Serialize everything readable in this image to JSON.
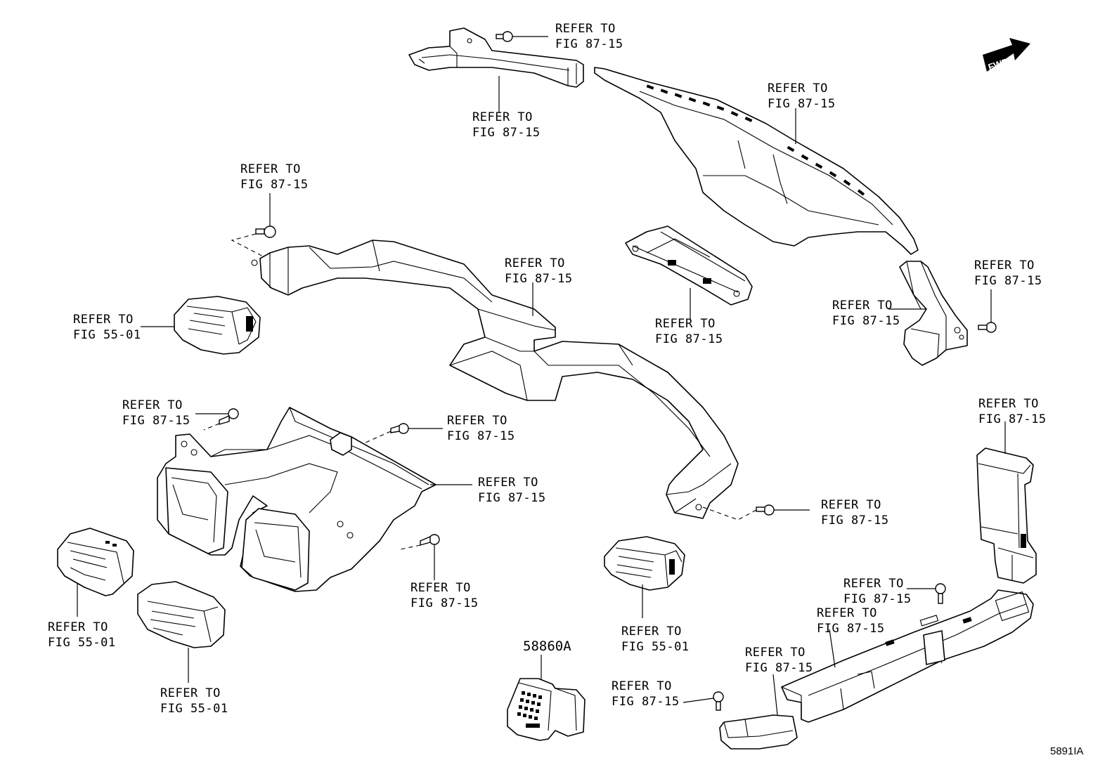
{
  "diagram": {
    "figure_id": "5891IA",
    "fwd_label": "FWD",
    "part_number": "58860A",
    "refer_to": "REFER TO",
    "labels": {
      "top_bolt": "FIG 87-15",
      "top_duct": "FIG 87-15",
      "right_upper_duct": "FIG 87-15",
      "left_bolt": "FIG 87-15",
      "center_duct": "FIG 87-15",
      "left_vent": "FIG 55-01",
      "center_panel": "FIG 87-15",
      "right_small_duct": "FIG 87-15",
      "right_bolt": "FIG 87-15",
      "left_screw": "FIG 87-15",
      "mid_screw": "FIG 87-15",
      "lower_duct": "FIG 87-15",
      "far_right_duct": "FIG 87-15",
      "center_right_bolt": "FIG 87-15",
      "lower_screw": "FIG 87-15",
      "lower_right_clip": "FIG 87-15",
      "lower_right_duct": "FIG 87-15",
      "bottom_left_vent_a": "FIG 55-01",
      "bottom_left_vent_b": "FIG 55-01",
      "center_vent": "FIG 55-01",
      "bottom_piece": "FIG 87-15",
      "bottom_clip": "FIG 87-15"
    }
  }
}
